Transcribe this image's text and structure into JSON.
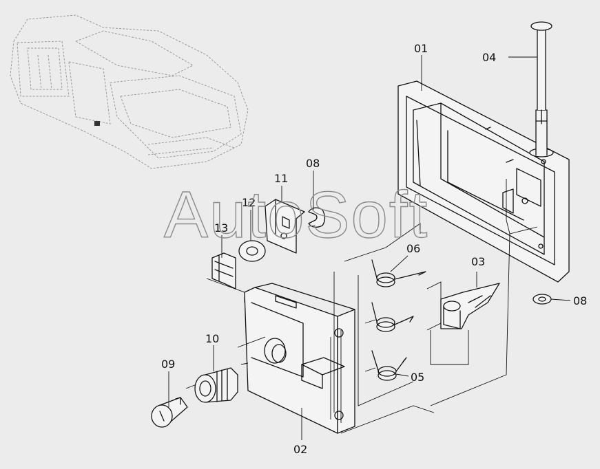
{
  "watermark": "AutoSoft",
  "callouts": {
    "p01": "01",
    "p02": "02",
    "p03": "03",
    "p04": "04",
    "p05": "05",
    "p06": "06",
    "p08a": "08",
    "p08b": "08",
    "p09": "09",
    "p10": "10",
    "p11": "11",
    "p12": "12",
    "p13": "13"
  }
}
